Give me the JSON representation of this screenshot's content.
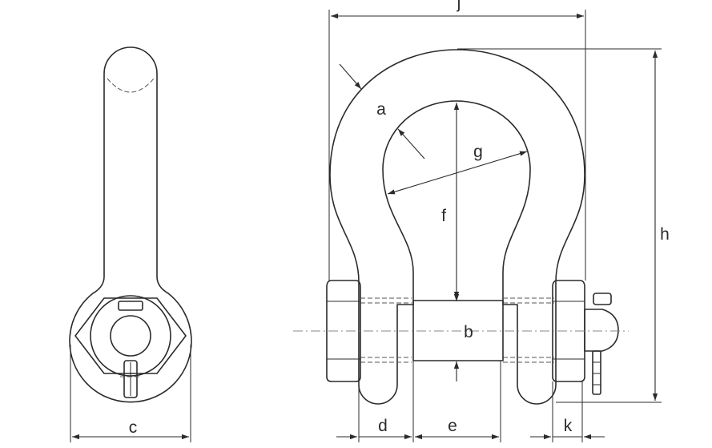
{
  "labels": {
    "a": "a",
    "b": "b",
    "c": "c",
    "d": "d",
    "e": "e",
    "f": "f",
    "g": "g",
    "h": "h",
    "j": "j",
    "k": "k"
  },
  "colors": {
    "line": "#2b2b2b",
    "centerline": "#888888",
    "background": "#ffffff"
  }
}
